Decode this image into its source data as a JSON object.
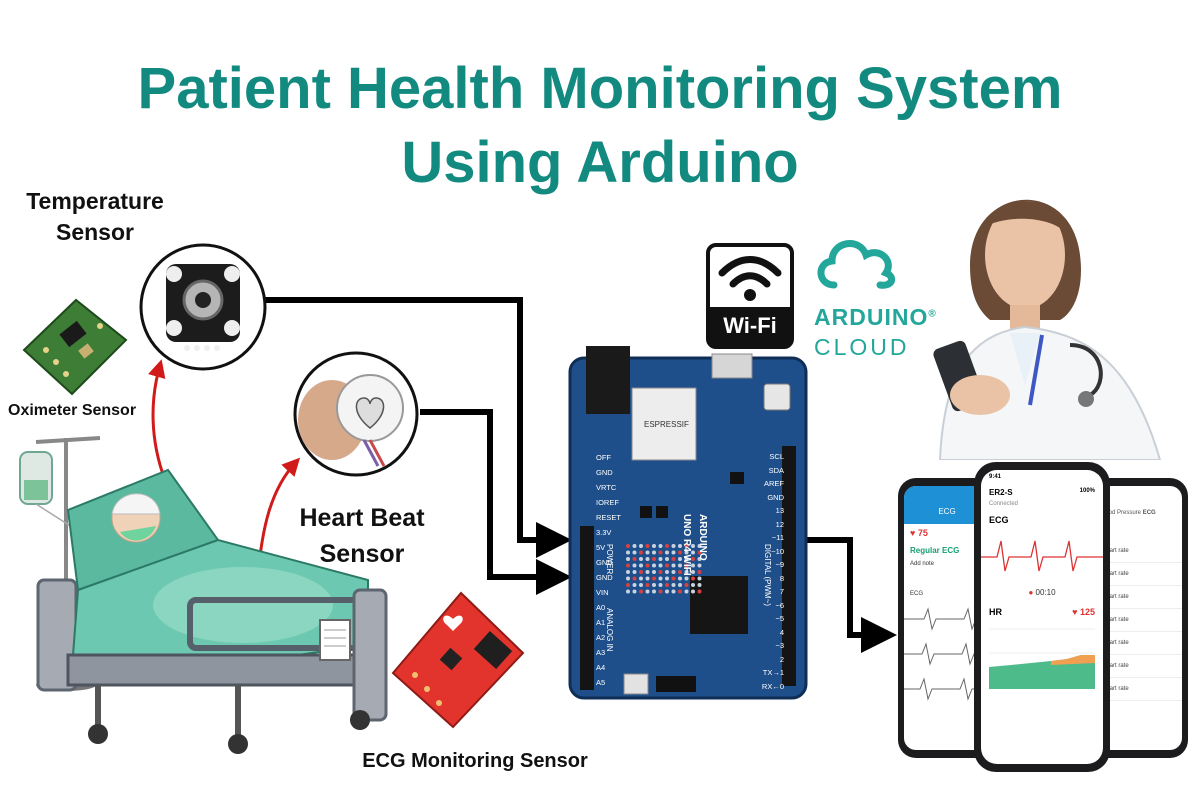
{
  "title": {
    "line1": "Patient Health Monitoring System",
    "line2": "Using Arduino"
  },
  "labels": {
    "temperature_line1": "Temperature",
    "temperature_line2": "Sensor",
    "oximeter": "Oximeter Sensor",
    "heartbeat_line1": "Heart Beat",
    "heartbeat_line2": "Sensor",
    "ecg": "ECG Monitoring Sensor"
  },
  "wifi": {
    "label": "Wi-Fi"
  },
  "cloud": {
    "brand": "ARDUINO",
    "registered": "®",
    "product": "CLOUD"
  },
  "board": {
    "module": "ESPRESSIF",
    "name": "UNO R4 WIFI",
    "brand": "ARDUINO",
    "power_header": "POWER",
    "analog_header": "ANALOG IN",
    "digital_header": "DIGITAL (PWM~)",
    "left_pins": [
      "OFF",
      "GND",
      "VRTC",
      "IOREF",
      "RESET",
      "3.3V",
      "5V",
      "GND",
      "GND",
      "VIN",
      "A0",
      "A1",
      "A2",
      "A3",
      "A4",
      "A5"
    ],
    "right_pins": [
      "SCL",
      "SDA",
      "AREF",
      "GND",
      "13",
      "12",
      "~11",
      "~10",
      "~9",
      "8",
      "7",
      "~6",
      "~5",
      "4",
      "~3",
      "2",
      "TX→1",
      "RX←0"
    ]
  },
  "phones": {
    "left": {
      "header": "ECG",
      "hr": "75",
      "section": "Regular ECG",
      "add_note": "Add note",
      "ecg_label": "ECG"
    },
    "center": {
      "time": "9:41",
      "device": "ER2-S",
      "status": "Connected",
      "battery": "100%",
      "ecg_label": "ECG",
      "timer": "00:10",
      "hr_label": "HR",
      "hr_value": "125"
    },
    "right": {
      "tabs": [
        "Blood Pressure",
        "ECG"
      ],
      "rows": [
        "Heart rate",
        "Heart rate",
        "Heart rate",
        "Heart rate",
        "Heart rate",
        "Heart rate",
        "Heart rate"
      ]
    }
  },
  "colors": {
    "title": "#138a80",
    "board": "#1f4f8a",
    "cloud": "#23a79a",
    "arrow": "#000000",
    "highlight": "#d11a1a"
  }
}
